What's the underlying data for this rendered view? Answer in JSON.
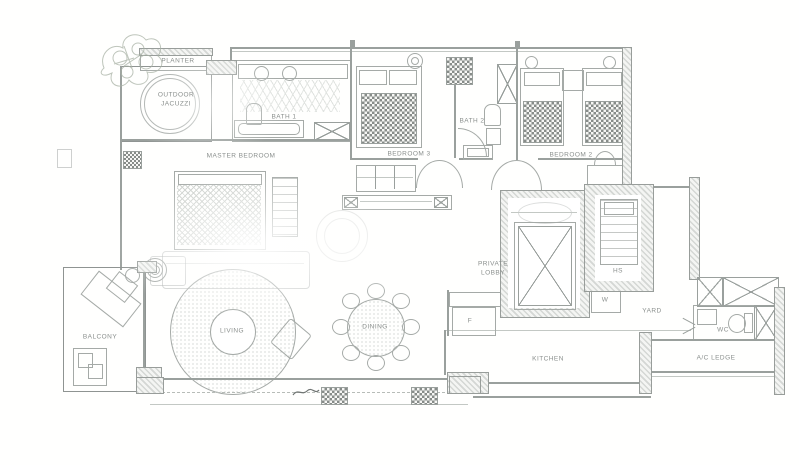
{
  "document": {
    "type": "apartment floor plan"
  },
  "colors": {
    "paper": "#ffffff",
    "line": "#a5aaa7",
    "wall": "#8f9492",
    "text": "#8a8f8d",
    "tree": "#a9b2a5"
  },
  "rooms": {
    "planter": "PLANTER",
    "jacuzzi1": "OUTDOOR",
    "jacuzzi2": "JACUZZI",
    "bath1": "BATH 1",
    "master_bedroom": "MASTER BEDROOM",
    "bedroom3": "BEDROOM 3",
    "bath2": "BATH 2",
    "bedroom2": "BEDROOM 2",
    "lobby1": "PRIVATE",
    "lobby2": "LOBBY",
    "hs": "HS",
    "washer": "W",
    "yard": "YARD",
    "fridge": "F",
    "wc": "WC",
    "ac_ledge": "A/C LEDGE",
    "kitchen": "KITCHEN",
    "dining": "DINING",
    "living": "LIVING",
    "balcony": "BALCONY"
  }
}
